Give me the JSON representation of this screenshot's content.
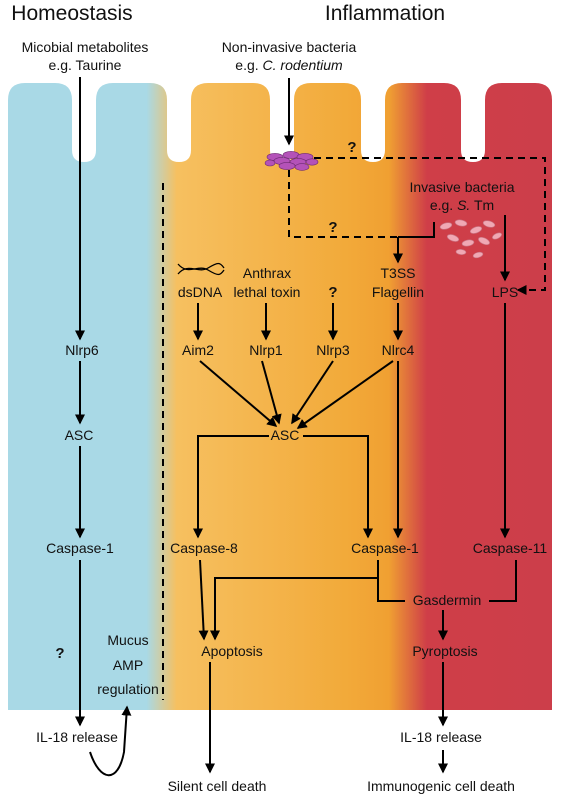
{
  "headers": {
    "left": "Homeostasis",
    "right": "Inflammation"
  },
  "colors": {
    "homeostasis_cell": "#a9d9e6",
    "inflammation_cell_light": "#f6c060",
    "inflammation_cell_mid": "#f0a635",
    "inflammation_cell_dark": "#cc3e4a",
    "bacteria_cluster": "#b452b8",
    "invasive_bacteria": "#f0a8b4",
    "line": "#000000"
  },
  "inputs": {
    "microbial_line1": "Micobial metabolites",
    "microbial_line2": "e.g. Taurine",
    "noninvasive_line1": "Non-invasive bacteria",
    "noninvasive_prefix": "e.g. ",
    "noninvasive_species": "C. rodentium",
    "invasive_line1": "Invasive bacteria",
    "invasive_prefix": "e.g. ",
    "invasive_species": "S.",
    "invasive_suffix": " Tm"
  },
  "question_mark": "?",
  "sensors": {
    "dsdna": "dsDNA",
    "anthrax_line1": "Anthrax",
    "anthrax_line2": "lethal toxin",
    "t3ss": "T3SS",
    "flagellin": "Flagellin",
    "lps": "LPS"
  },
  "receptors": {
    "nlrp6": "Nlrp6",
    "aim2": "Aim2",
    "nlrp1": "Nlrp1",
    "nlrp3": "Nlrp3",
    "nlrc4": "Nlrc4"
  },
  "adaptors": {
    "asc_left": "ASC",
    "asc_center": "ASC"
  },
  "caspases": {
    "left_caspase1": "Caspase-1",
    "caspase8": "Caspase-8",
    "center_caspase1": "Caspase-1",
    "caspase11": "Caspase-11"
  },
  "effectors": {
    "gasdermin": "Gasdermin",
    "mucus": "Mucus",
    "amp": "AMP",
    "regulation": "regulation",
    "apoptosis": "Apoptosis",
    "pyroptosis": "Pyroptosis"
  },
  "outcomes": {
    "il18_left": "IL-18 release",
    "il18_right": "IL-18 release",
    "silent_death": "Silent cell death",
    "immunogenic_death": "Immunogenic cell death"
  }
}
